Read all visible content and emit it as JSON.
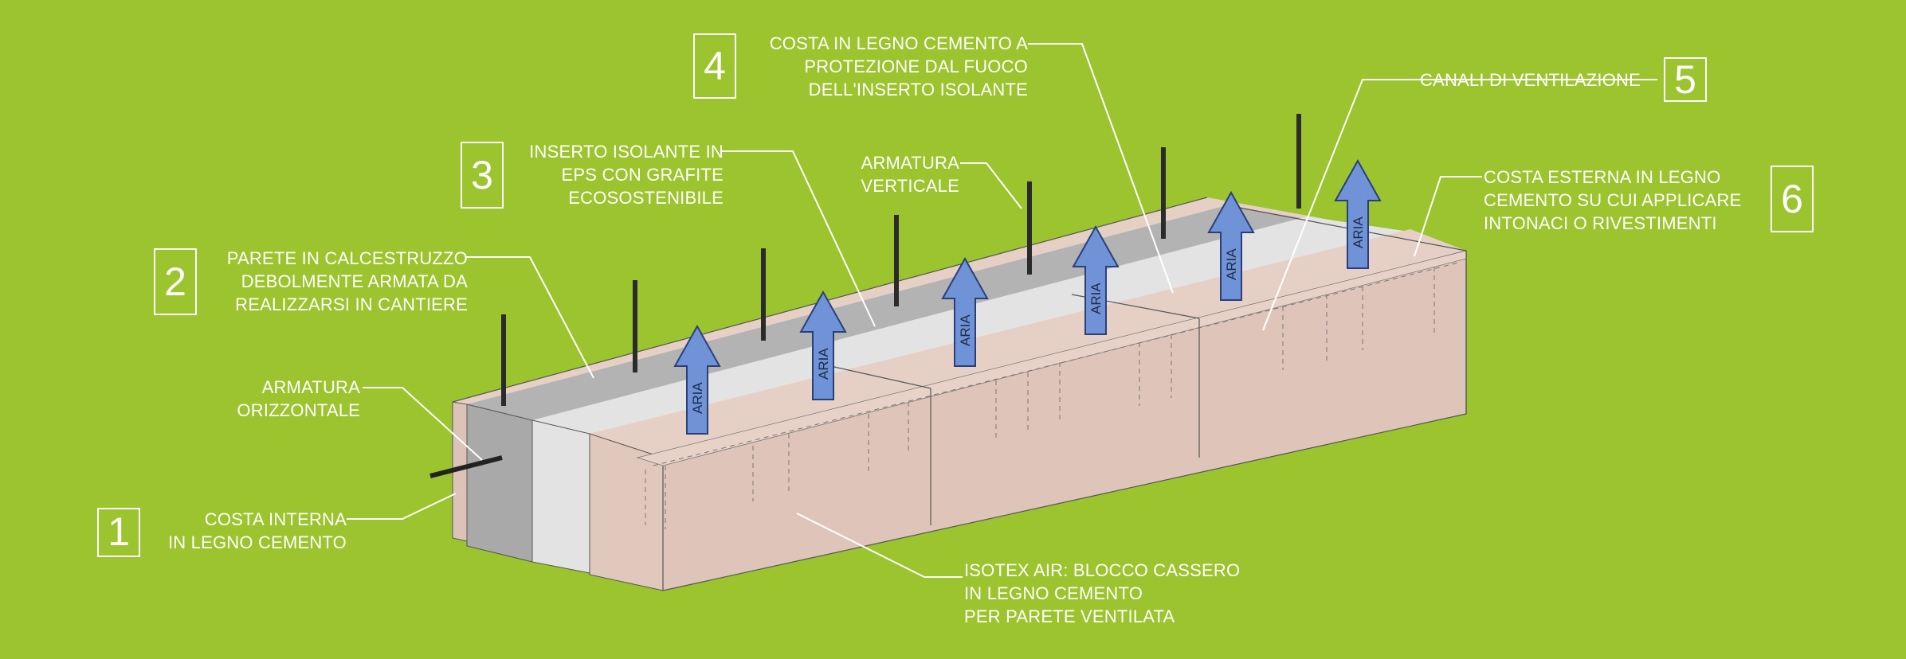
{
  "labels": {
    "armatura_orizzontale": "ARMATURA\nORIZZONTALE",
    "costa_interna": "COSTA INTERNA\nIN LEGNO CEMENTO",
    "parete": "PARETE IN CALCESTRUZZO\nDEBOLMENTE ARMATA DA\nREALIZZARSI IN CANTIERE",
    "inserto": "INSERTO ISOLANTE IN\nEPS CON GRAFITE\nECOSOSTENIBILE",
    "armatura_verticale": "ARMATURA\nVERTICALE",
    "costa_fuoco": "COSTA IN LEGNO CEMENTO A\nPROTEZIONE DAL FUOCO\nDELL'INSERTO ISOLANTE",
    "canali": "CANALI DI VENTILAZIONE",
    "costa_esterna": "COSTA ESTERNA IN LEGNO\nCEMENTO SU CUI APPLICARE\nINTONACI O RIVESTIMENTI",
    "isotex": "ISOTEX AIR: BLOCCO CASSERO\nIN LEGNO CEMENTO\nPER PARETE VENTILATA"
  },
  "numbers": {
    "n1": "1",
    "n2": "2",
    "n3": "3",
    "n4": "4",
    "n5": "5",
    "n6": "6"
  },
  "arrow_text": "ARIA",
  "colors": {
    "background": "#9bc42e",
    "block": "#e0c8bc",
    "concrete": "#b8b8b8",
    "eps": "#e0e0e0",
    "channel": "#c08a78",
    "arrow": "#6f93d6"
  }
}
